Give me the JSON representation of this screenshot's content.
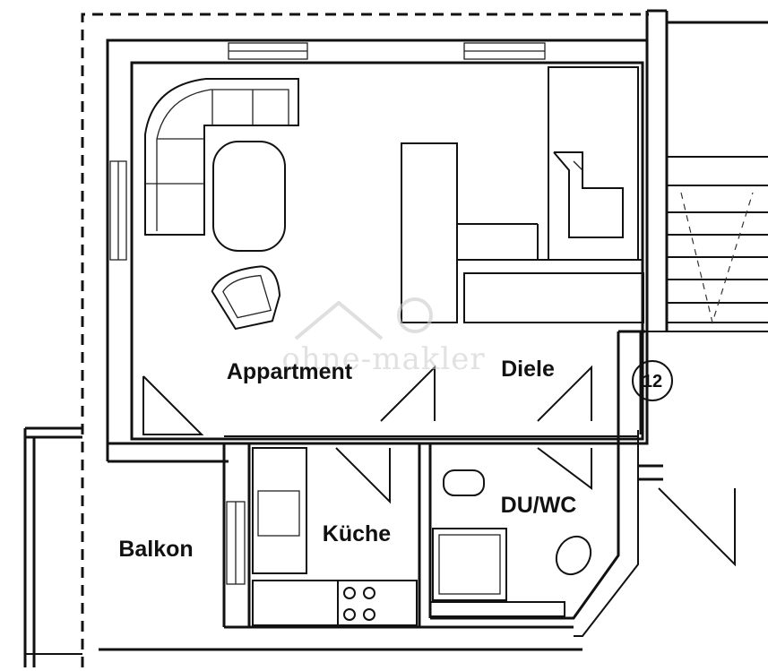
{
  "rooms": {
    "appartment": "Appartment",
    "diele": "Diele",
    "balkon": "Balkon",
    "kueche": "Küche",
    "du_wc": "DU/WC"
  },
  "unit_number": "12",
  "watermark": "ohne-makler",
  "colors": {
    "line": "#111111",
    "watermark": "#c9c9c9",
    "background": "#ffffff"
  }
}
